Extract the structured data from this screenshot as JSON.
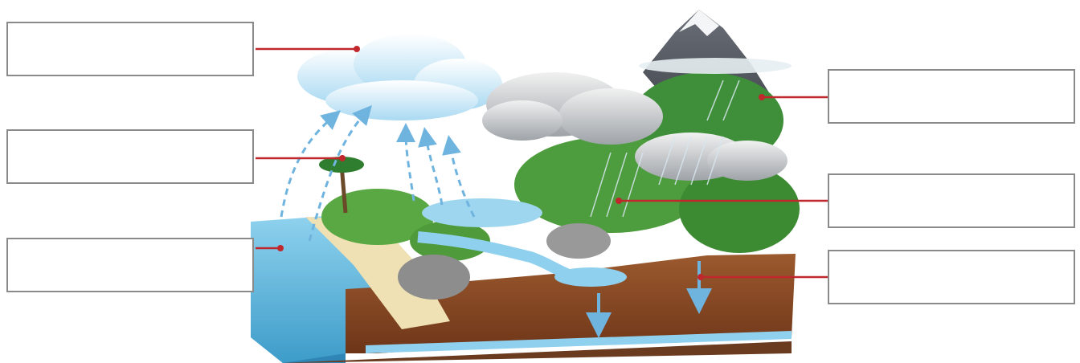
{
  "figure": {
    "image_name": "water-cycle-diagram",
    "label_boxes": [
      {
        "id": "l1",
        "text": ""
      },
      {
        "id": "l2",
        "text": ""
      },
      {
        "id": "l3",
        "text": ""
      },
      {
        "id": "r1",
        "text": ""
      },
      {
        "id": "r2",
        "text": ""
      },
      {
        "id": "r3",
        "text": ""
      }
    ],
    "colors": {
      "sea": "#5fb6dc",
      "sky_cloud": "#dff1fb",
      "rain_cloud": "#cfd2d6",
      "soil": "#8a4a25",
      "groundwater": "#8fd0ee",
      "leader_line": "#c0282d",
      "arrow": "#6fb3df",
      "box_border": "#8a8a8a"
    }
  }
}
